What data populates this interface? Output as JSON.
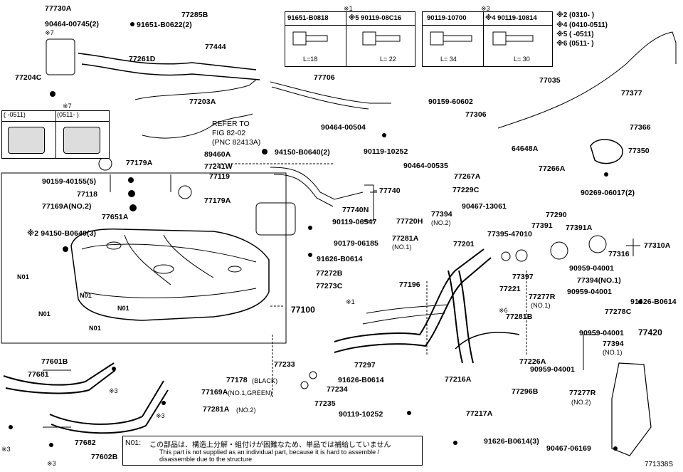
{
  "diagram_code": "771338S",
  "legend": {
    "l1": "※2 (0310-      )",
    "l2": "※4 (0410-0511)",
    "l3": "※5 (      -0511)",
    "l4": "※6 (0511-      )"
  },
  "table1": {
    "mark": "※1",
    "col1": "91651-B0818",
    "col2": "※5 90119-08C16",
    "len1": "L=18",
    "len2": "L= 22"
  },
  "table2": {
    "mark": "※3",
    "col1": "90119-10700",
    "col2": "※4 90119-10814",
    "len1": "L= 34",
    "len2": "L= 30"
  },
  "canister_box": {
    "left": "(      -0511)",
    "right": "(0511-      )"
  },
  "refer": {
    "line1": "REFER TO",
    "line2": "FIG 82-02",
    "line3": "(PNC 82413A)"
  },
  "note": {
    "label": "N01:",
    "jp": "この部品は、構造上分解・組付けが困難なため、単品では補給していません",
    "en1": "This part is not supplied as an individual part, because it is hard to assemble /",
    "en2": "disassemble due to the structure"
  },
  "labels": {
    "p77730A": "77730A",
    "p90464_00745": "90464-00745(2)",
    "p91651_B0622": "91651-B0622(2)",
    "p77285B": "77285B",
    "p77444": "77444",
    "p77261D": "77261D",
    "p77204C": "77204C",
    "p77203A": "77203A",
    "p77706": "77706",
    "p77035": "77035",
    "p77377": "77377",
    "p90159_60602": "90159-60602",
    "p77306": "77306",
    "p77366": "77366",
    "p90464_00504": "90464-00504",
    "p90119_10252a": "90119-10252",
    "p64648A": "64648A",
    "p77350": "77350",
    "p89460A": "89460A",
    "p94150_B0640_2": "94150-B0640(2)",
    "p77179A_a": "77179A",
    "p77241W": "77241W",
    "p77119": "77119",
    "p90464_00535": "90464-00535",
    "p77266A": "77266A",
    "p77267A": "77267A",
    "p77229C": "77229C",
    "p90269_06017": "90269-06017(2)",
    "p90159_40155": "90159-40155(5)",
    "p77118": "77118",
    "p77169A_no2": "77169A(NO.2)",
    "p77179A_b": "77179A",
    "p77740": "77740",
    "p77740N": "77740N",
    "p77651A": "77651A",
    "p90119_06547": "90119-06547",
    "p77720H": "77720H",
    "p77394_no2": "77394",
    "p77394_no2_sub": "(NO.2)",
    "p90467_13061": "90467-13061",
    "p77290": "77290",
    "p77391": "77391",
    "p77391A": "77391A",
    "p77310A": "77310A",
    "p77316": "77316",
    "p94150_B0640_3": "※2 94150-B0640(3)",
    "p90179_06185": "90179-06185",
    "p77281A_no1": "77281A",
    "p77281A_no1_sub": "(NO.1)",
    "p77395_47010": "77395-47010",
    "p77201": "77201",
    "p91626_B0614a": "91626-B0614",
    "p77397": "77397",
    "p90959_04001a": "90959-04001",
    "p77272B": "77272B",
    "p77394_no1": "77394(NO.1)",
    "p77273C": "77273C",
    "p77196": "77196",
    "p77221": "77221",
    "p90959_04001b": "90959-04001",
    "p77277R_no1": "77277R",
    "p77277R_no1_sub": "(NO.1)",
    "p91626_B0614b": "91626-B0614",
    "p77100": "77100",
    "p77278C": "77278C",
    "p77281B": "77281B",
    "p90959_04001c": "90959-04001",
    "p77420": "77420",
    "p77394_no1b": "77394",
    "p77394_no1b_sub": "(NO.1)",
    "p77601B": "77601B",
    "p77681": "77681",
    "p77233": "77233",
    "p77297": "77297",
    "p77226A": "77226A",
    "p90959_04001d": "90959-04001",
    "p77178": "77178",
    "p77178_sub": "(BLACK)",
    "p91626_B0614c": "91626-B0614",
    "p77216A": "77216A",
    "p77169A_no1": "77169A",
    "p77169A_no1_sub": "(NO.1,GREEN)",
    "p77234": "77234",
    "p77296B": "77296B",
    "p77277R_no2": "77277R",
    "p77277R_no2_sub": "(NO.2)",
    "p77281A_no2": "77281A",
    "p77281A_no2_sub": "(NO.2)",
    "p77235": "77235",
    "p90119_10252b": "90119-10252",
    "p77217A": "77217A",
    "p77682": "77682",
    "p77602B": "77602B",
    "p91626_B0614_3": "91626-B0614(3)",
    "p90467_06169": "90467-06169",
    "n01a": "N01",
    "n01b": "N01",
    "n01c": "N01",
    "n01d": "N01",
    "n01e": "N01",
    "mk7a": "※7",
    "mk7b": "※7",
    "mk3a": "※3",
    "mk3b": "※3",
    "mk3c": "※3",
    "mk1": "※1",
    "mk6": "※6"
  }
}
